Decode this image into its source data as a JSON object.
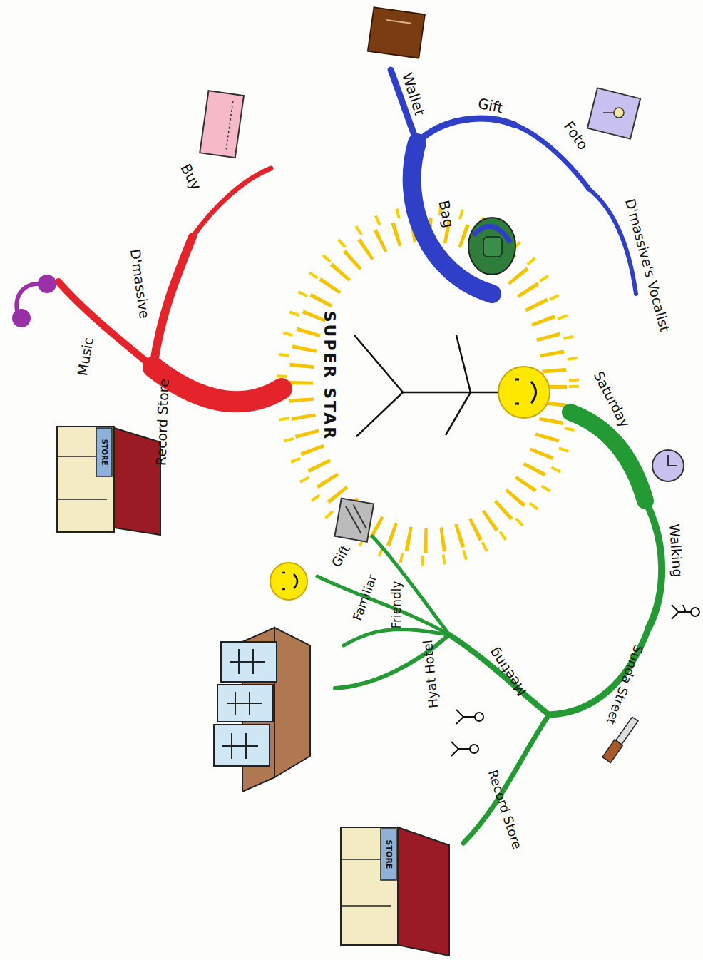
{
  "diagram": {
    "labels": [
      "SUPER STAR",
      "Bag",
      "Wallet",
      "Gift",
      "Foto",
      "D'massive's Vocalist",
      "Record Store",
      "Music",
      "D'massive",
      "Buy",
      "STORE",
      "Saturday",
      "Walking",
      "Sunda Street",
      "Meeting",
      "Hyat Hotel",
      "Friendly",
      "Familiar",
      "Gift",
      "Record Store",
      "STORE"
    ]
  }
}
